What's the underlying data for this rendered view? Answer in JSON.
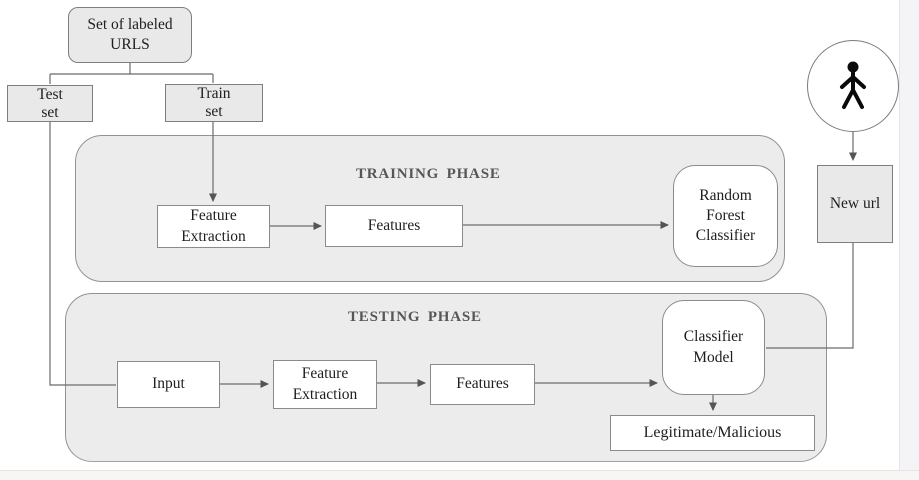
{
  "diagram": {
    "phases": {
      "training": {
        "label": "TRAINING PHASE"
      },
      "testing": {
        "label": "TESTING PHASE"
      }
    },
    "nodes": {
      "labeled_urls": {
        "label": "Set of labeled\nURLS"
      },
      "test_set": {
        "label": "Test\nset"
      },
      "train_set": {
        "label": "Train\nset"
      },
      "feature_extraction_training": {
        "label": "Feature\nExtraction"
      },
      "features_training": {
        "label": "Features"
      },
      "random_forest_classifier": {
        "label": "Random\nForest\nClassifier"
      },
      "new_url": {
        "label": "New url"
      },
      "input": {
        "label": "Input"
      },
      "feature_extraction_testing": {
        "label": "Feature\nExtraction"
      },
      "features_testing": {
        "label": "Features"
      },
      "classifier_model": {
        "label": "Classifier\nModel"
      },
      "result": {
        "label": "Legitimate/Malicious"
      }
    },
    "icons": {
      "person": "person-icon"
    },
    "colors": {
      "container_fill": "#ececec",
      "gray_node_fill": "#e9e9e9",
      "white_node_fill": "#ffffff",
      "node_border": "#8b8b8b",
      "connector_line": "#6b6b6b",
      "arrowhead": "#555555",
      "text": "#1e1e1e",
      "phase_label": "#565656"
    }
  }
}
